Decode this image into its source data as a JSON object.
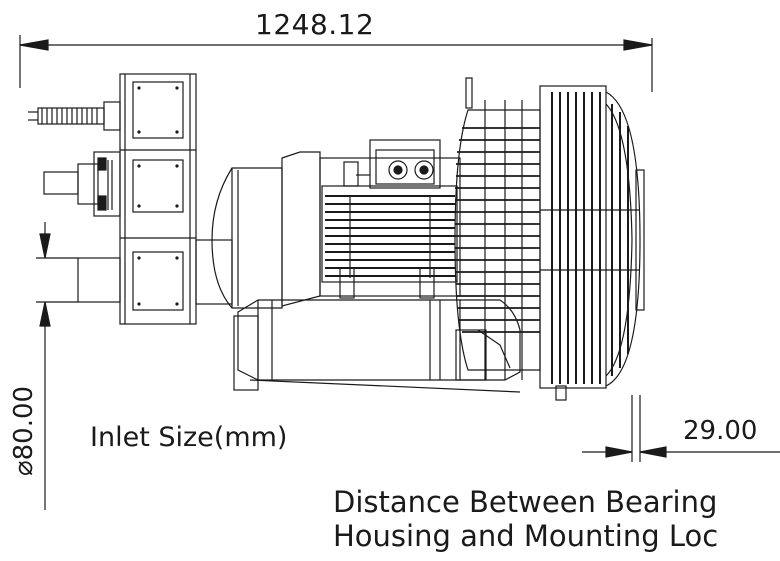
{
  "dimensions": {
    "overall_length": "1248.12",
    "bearing_offset": "29.00",
    "inlet_diameter": "80.00",
    "diameter_symbol": "⌀"
  },
  "labels": {
    "inlet": "Inlet Size(mm)",
    "note_line1": "Distance Between Bearing",
    "note_line2": "Housing and Mounting Loc"
  },
  "colors": {
    "line": "#1a1a1a",
    "background": "#ffffff"
  }
}
